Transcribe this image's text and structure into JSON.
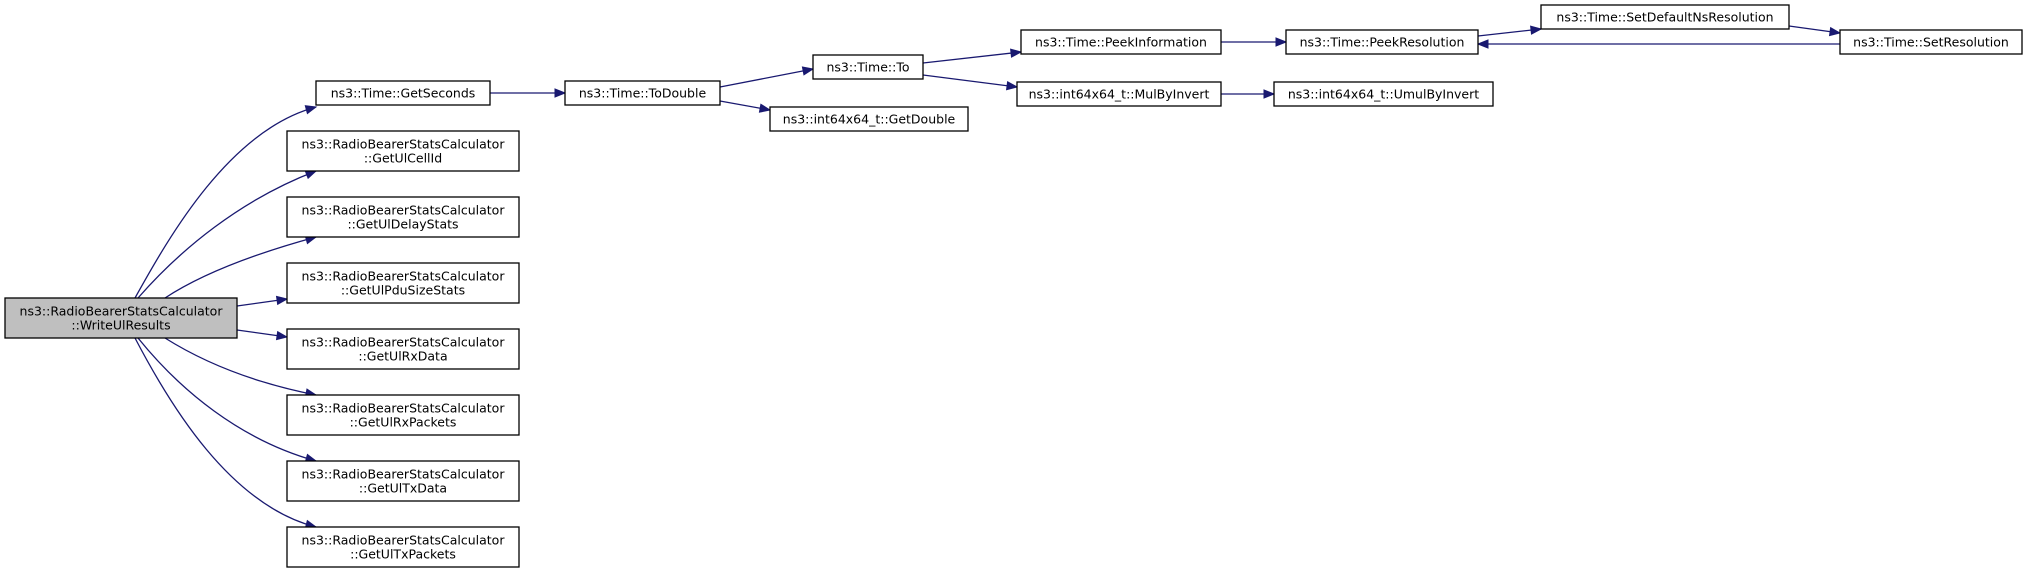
{
  "diagram": {
    "colors": {
      "edge": "#191970",
      "root_fill": "#bfbfbf",
      "node_fill": "#ffffff",
      "border": "#000000"
    },
    "nodes": [
      {
        "id": "writeul",
        "lines": [
          "ns3::RadioBearerStatsCalculator",
          "::WriteUlResults"
        ],
        "root": true
      },
      {
        "id": "getseconds",
        "lines": [
          "ns3::Time::GetSeconds"
        ]
      },
      {
        "id": "getulcellid",
        "lines": [
          "ns3::RadioBearerStatsCalculator",
          "::GetUlCellId"
        ]
      },
      {
        "id": "getuldelaystats",
        "lines": [
          "ns3::RadioBearerStatsCalculator",
          "::GetUlDelayStats"
        ]
      },
      {
        "id": "getulpdusizestats",
        "lines": [
          "ns3::RadioBearerStatsCalculator",
          "::GetUlPduSizeStats"
        ]
      },
      {
        "id": "getulrxdata",
        "lines": [
          "ns3::RadioBearerStatsCalculator",
          "::GetUlRxData"
        ]
      },
      {
        "id": "getulrxpackets",
        "lines": [
          "ns3::RadioBearerStatsCalculator",
          "::GetUlRxPackets"
        ]
      },
      {
        "id": "getultxdata",
        "lines": [
          "ns3::RadioBearerStatsCalculator",
          "::GetUlTxData"
        ]
      },
      {
        "id": "getultxpackets",
        "lines": [
          "ns3::RadioBearerStatsCalculator",
          "::GetUlTxPackets"
        ]
      },
      {
        "id": "todouble",
        "lines": [
          "ns3::Time::ToDouble"
        ]
      },
      {
        "id": "to",
        "lines": [
          "ns3::Time::To"
        ]
      },
      {
        "id": "getdouble",
        "lines": [
          "ns3::int64x64_t::GetDouble"
        ]
      },
      {
        "id": "peekinformation",
        "lines": [
          "ns3::Time::PeekInformation"
        ]
      },
      {
        "id": "mulbyinvert",
        "lines": [
          "ns3::int64x64_t::MulByInvert"
        ]
      },
      {
        "id": "peekresolution",
        "lines": [
          "ns3::Time::PeekResolution"
        ]
      },
      {
        "id": "umulbyinvert",
        "lines": [
          "ns3::int64x64_t::UmulByInvert"
        ]
      },
      {
        "id": "setdefaultnsresolution",
        "lines": [
          "ns3::Time::SetDefaultNsResolution"
        ]
      },
      {
        "id": "setresolution",
        "lines": [
          "ns3::Time::SetResolution"
        ]
      }
    ],
    "edges": [
      {
        "from": "writeul",
        "to": "getseconds"
      },
      {
        "from": "writeul",
        "to": "getulcellid"
      },
      {
        "from": "writeul",
        "to": "getuldelaystats"
      },
      {
        "from": "writeul",
        "to": "getulpdusizestats"
      },
      {
        "from": "writeul",
        "to": "getulrxdata"
      },
      {
        "from": "writeul",
        "to": "getulrxpackets"
      },
      {
        "from": "writeul",
        "to": "getultxdata"
      },
      {
        "from": "writeul",
        "to": "getultxpackets"
      },
      {
        "from": "getseconds",
        "to": "todouble"
      },
      {
        "from": "todouble",
        "to": "to"
      },
      {
        "from": "todouble",
        "to": "getdouble"
      },
      {
        "from": "to",
        "to": "peekinformation"
      },
      {
        "from": "to",
        "to": "mulbyinvert"
      },
      {
        "from": "peekinformation",
        "to": "peekresolution"
      },
      {
        "from": "peekresolution",
        "to": "setdefaultnsresolution"
      },
      {
        "from": "setdefaultnsresolution",
        "to": "setresolution"
      },
      {
        "from": "setresolution",
        "to": "peekresolution"
      },
      {
        "from": "mulbyinvert",
        "to": "umulbyinvert"
      }
    ]
  }
}
